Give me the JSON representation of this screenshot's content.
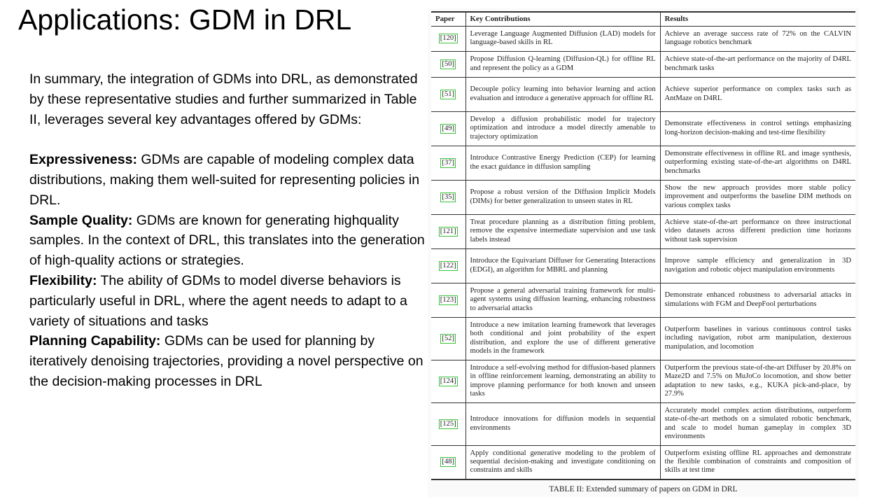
{
  "slide": {
    "title": "Applications: GDM in DRL"
  },
  "summary": {
    "intro": "In summary, the integration of GDMs into DRL, as demonstrated by these representative studies and further summarized in Table II, leverages several key advantages offered by GDMs:",
    "points": [
      {
        "label": "Expressiveness:",
        "text": " GDMs are capable of modeling complex data distributions, making them well-suited for representing policies in DRL."
      },
      {
        "label": "Sample Quality:",
        "text": " GDMs are known for generating highquality samples. In the context of DRL, this translates into the generation of high-quality actions or strategies."
      },
      {
        "label": "Flexibility:",
        "text": " The ability of GDMs to model diverse behaviors is particularly useful in DRL, where the agent needs to adapt to a variety of situations and tasks"
      },
      {
        "label": "Planning Capability:",
        "text": " GDMs can be used for planning by iteratively denoising trajectories, providing a novel perspective on the decision-making processes in DRL"
      }
    ]
  },
  "table": {
    "headers": [
      "Paper",
      "Key Contributions",
      "Results"
    ],
    "rows": [
      {
        "ref": "[120]",
        "contribution": "Leverage Language Augmented Diffusion (LAD) models for language-based skills in RL",
        "result": "Achieve an average success rate of 72% on the CALVIN language robotics benchmark"
      },
      {
        "ref": "[50]",
        "contribution": "Propose Diffusion Q-learning (Diffusion-QL) for offline RL and represent the policy as a GDM",
        "result": "Achieve state-of-the-art performance on the majority of D4RL benchmark tasks"
      },
      {
        "ref": "[51]",
        "contribution": "Decouple policy learning into behavior learning and action evaluation and introduce a generative approach for offline RL",
        "result": "Achieve superior performance on complex tasks such as AntMaze on D4RL"
      },
      {
        "ref": "[49]",
        "contribution": "Develop a diffusion probabilistic model for trajectory optimization and introduce a model directly amenable to trajectory optimization",
        "result": "Demonstrate effectiveness in control settings emphasizing long-horizon decision-making and test-time flexibility"
      },
      {
        "ref": "[37]",
        "contribution": "Introduce Contrastive Energy Prediction (CEP) for learning the exact guidance in diffusion sampling",
        "result": "Demonstrate effectiveness in offline RL and image synthesis, outperforming existing state-of-the-art algorithms on D4RL benchmarks"
      },
      {
        "ref": "[35]",
        "contribution": "Propose a robust version of the Diffusion Implicit Models (DIMs) for better generalization to unseen states in RL",
        "result": "Show the new approach provides more stable policy improvement and outperforms the baseline DIM methods on various complex tasks"
      },
      {
        "ref": "[121]",
        "contribution": "Treat procedure planning as a distribution fitting problem, remove the expensive intermediate supervision and use task labels instead",
        "result": "Achieve state-of-the-art performance on three instructional video datasets across different prediction time horizons without task supervision"
      },
      {
        "ref": "[122]",
        "contribution": "Introduce the Equivariant Diffuser for Generating Interactions (EDGI), an algorithm for MBRL and planning",
        "result": "Improve sample efficiency and generalization in 3D navigation and robotic object manipulation environments"
      },
      {
        "ref": "[123]",
        "contribution": "Propose a general adversarial training framework for multi-agent systems using diffusion learning, enhancing robustness to adversarial attacks",
        "result": "Demonstrate enhanced robustness to adversarial attacks in simulations with FGM and DeepFool perturbations"
      },
      {
        "ref": "[52]",
        "contribution": "Introduce a new imitation learning framework that leverages both conditional and joint probability of the expert distribution, and explore the use of different generative models in the framework",
        "result": "Outperform baselines in various continuous control tasks including navigation, robot arm manipulation, dexterous manipulation, and locomotion"
      },
      {
        "ref": "[124]",
        "contribution": "Introduce a self-evolving method for diffusion-based planners in offline reinforcement learning, demonstrating an ability to improve planning performance for both known and unseen tasks",
        "result": "Outperform the previous state-of-the-art Diffuser by 20.8% on Maze2D and 7.5% on MuJoCo locomotion, and show better adaptation to new tasks, e.g., KUKA pick-and-place, by 27.9%"
      },
      {
        "ref": "[125]",
        "contribution": "Introduce innovations for diffusion models in sequential environments",
        "result": "Accurately model complex action distributions, outperform state-of-the-art methods on a simulated robotic benchmark, and scale to model human gameplay in complex 3D environments"
      },
      {
        "ref": "[48]",
        "contribution": "Apply conditional generative modeling to the problem of sequential decision-making and investigate conditioning on constraints and skills",
        "result": "Outperform existing offline RL approaches and demonstrate the flexible combination of constraints and composition of skills at test time"
      }
    ],
    "caption": "TABLE II: Extended summary of papers on GDM in DRL"
  },
  "colors": {
    "ref_border": "#39c239",
    "rule": "#333333"
  }
}
